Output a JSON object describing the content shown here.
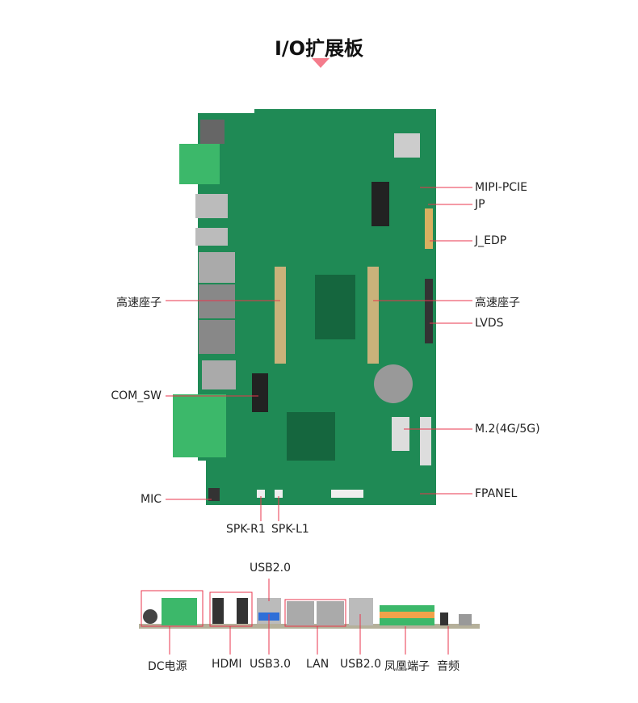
{
  "title": "I/O扩展板",
  "colors": {
    "accent": "#e8354c",
    "pcb": "#1f8a55",
    "pcb_dark": "#15663e",
    "terminal": "#3cb86a"
  },
  "board_labels": {
    "right": [
      "MIPI-PCIE",
      "JP",
      "J_EDP",
      "高速座子",
      "LVDS",
      "M.2(4G/5G)",
      "FPANEL"
    ],
    "left": [
      "高速座子",
      "COM_SW",
      "MIC"
    ],
    "bottom": [
      "SPK-R1",
      "SPK-L1"
    ]
  },
  "io_labels": {
    "top": "USB2.0",
    "bottom": [
      "DC电源",
      "HDMI",
      "USB3.0",
      "LAN",
      "USB2.0",
      "凤凰端子",
      "音频"
    ]
  }
}
